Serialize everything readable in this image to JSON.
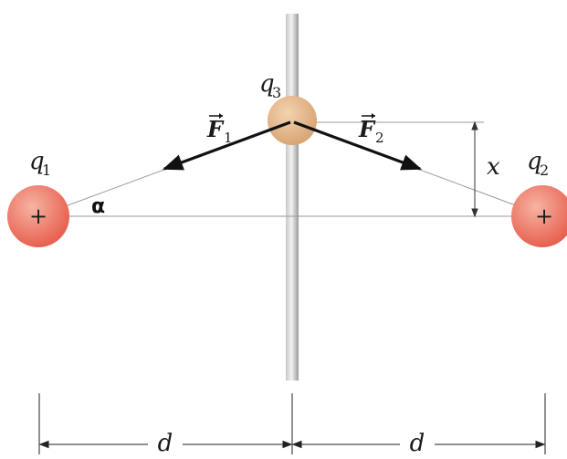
{
  "labels": {
    "q1": {
      "main": "q",
      "sub": "1"
    },
    "q2": {
      "main": "q",
      "sub": "2"
    },
    "q3": {
      "main": "q",
      "sub": "3"
    },
    "F1": {
      "main": "F",
      "sub": "1"
    },
    "F2": {
      "main": "F",
      "sub": "2"
    },
    "x": "x",
    "alpha": "α",
    "d_left": "d",
    "d_right": "d",
    "plus1": "+",
    "plus2": "+"
  },
  "colors": {
    "charge_fill": "#e8604f",
    "charge_highlight": "#f6b3a3",
    "bead_fill": "#d9a574",
    "bead_highlight": "#f3d3b0",
    "rod": "#a9a9a9",
    "rod_light": "#e3e3e3",
    "thin_line": "#9a9a9a",
    "arrow": "#111111"
  }
}
